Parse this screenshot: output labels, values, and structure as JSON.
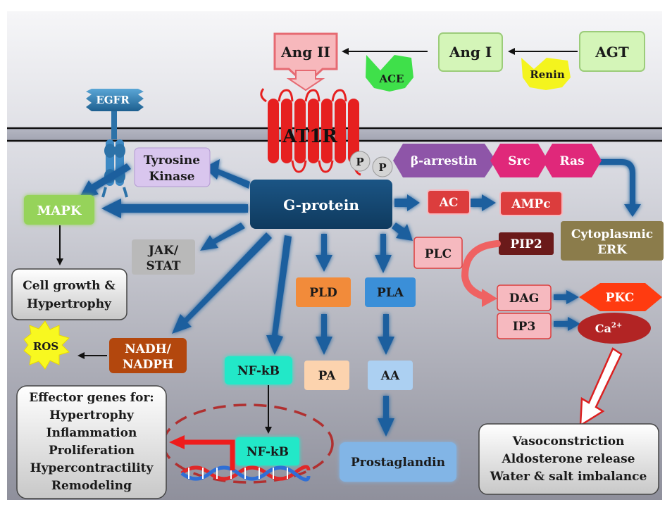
{
  "top": {
    "ang2": "Ang II",
    "ang1": "Ang I",
    "agt": "AGT",
    "ace": "ACE",
    "renin": "Renin"
  },
  "membrane": {
    "at1r": "AT1R",
    "egfr": "EGFR",
    "p1": "P",
    "p2": "P",
    "arrestin": "β-arrestin",
    "src": "Src",
    "ras": "Ras"
  },
  "nodes": {
    "gprotein": "G-protein",
    "tyrosine_1": "Tyrosine",
    "tyrosine_2": "Kinase",
    "mapk": "MAPK",
    "jak_1": "JAK/",
    "jak_2": "STAT",
    "cell_1": "Cell growth &",
    "cell_2": "Hypertrophy",
    "ros": "ROS",
    "nadh_1": "NADH/",
    "nadh_2": "NADPH",
    "nfkb1": "NF-kB",
    "nfkb2": "NF-kB",
    "pld": "PLD",
    "pa": "PA",
    "pla": "PLA",
    "aa": "AA",
    "prostaglandin": "Prostaglandin",
    "ac": "AC",
    "ampc": "AMPc",
    "plc": "PLC",
    "pip2": "PIP2",
    "erk_1": "Cytoplasmic",
    "erk_2": "ERK",
    "dag": "DAG",
    "pkc": "PKC",
    "ip3": "IP3",
    "ca": "Ca",
    "ca_sup": "2+"
  },
  "effector": {
    "title": "Effector genes for:",
    "items": [
      "Hypertrophy",
      "Inflammation",
      "Proliferation",
      "Hypercontractility",
      "Remodeling"
    ]
  },
  "outcome": {
    "items": [
      "Vasoconstriction",
      "Aldosterone release",
      "Water & salt imbalance"
    ]
  },
  "colors": {
    "background_top": "#f2f2f4",
    "background_bottom": "#9a9ba6",
    "arrow_blue": "#1f5f9e",
    "gprotein": "#14466f",
    "arrestin": "#8e55a8",
    "src_ras": "#e0287a",
    "nfkb": "#22e8c8",
    "pld_pa": "#f28b3a",
    "pla_aa": "#3b8fd8",
    "red_box": "#dc3d3d",
    "green_box": "#c9f2a6",
    "pink_box": "#f6b9bf"
  }
}
